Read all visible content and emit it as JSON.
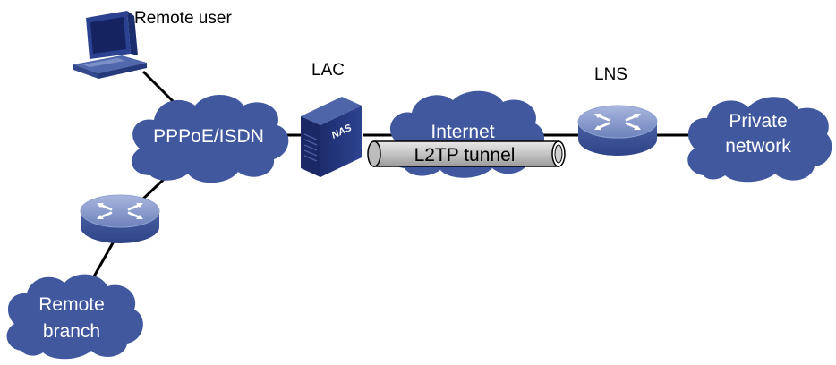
{
  "labels": {
    "remote_user": "Remote user",
    "lac": "LAC",
    "lns": "LNS",
    "nas": "NAS"
  },
  "clouds": {
    "pppoe_isdn": "PPPoE/ISDN",
    "internet": "Internet",
    "private_network_line1": "Private",
    "private_network_line2": "network",
    "remote_branch_line1": "Remote",
    "remote_branch_line2": "branch"
  },
  "tunnel": {
    "label": "L2TP tunnel"
  },
  "colors": {
    "cloud": "#41589f",
    "router_top": "#7a8fc4",
    "router_side": "#3c5293",
    "server": "#23357a",
    "tunnel": "#bdbdbd",
    "line": "#000000"
  },
  "icons": [
    "pc-icon",
    "router-icon",
    "nas-server-icon",
    "cloud-icon",
    "tunnel-pipe-icon"
  ]
}
